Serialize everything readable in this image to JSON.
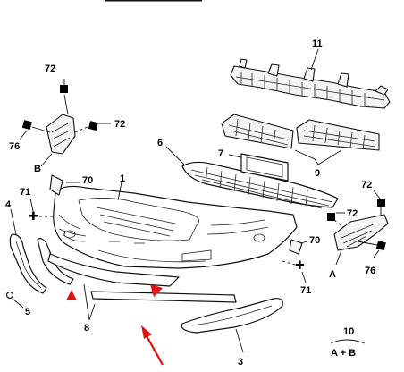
{
  "callouts": {
    "grille": "6",
    "plate_bracket": "7",
    "upper_reinforcement": "11",
    "side_bracket_left": "72",
    "side_bracket_left_b": "72",
    "fastener_left": "76",
    "letter_left": "B",
    "bumper_cover": "1",
    "rivet_left": "71",
    "clip_left": "70",
    "moulding_left": "4",
    "spacer": "5",
    "lower_strips": "8",
    "grille_lower": "9",
    "side_bracket_right": "72",
    "side_bracket_right_b": "72",
    "fastener_right": "76",
    "letter_right": "A",
    "clip_right": "70",
    "rivet_right": "71",
    "moulding_right": "3",
    "kit_number": "10",
    "kit_formula": "A + B"
  },
  "colors": {
    "arrow": "#e01010",
    "marker": "#e01010",
    "line": "#111111"
  }
}
